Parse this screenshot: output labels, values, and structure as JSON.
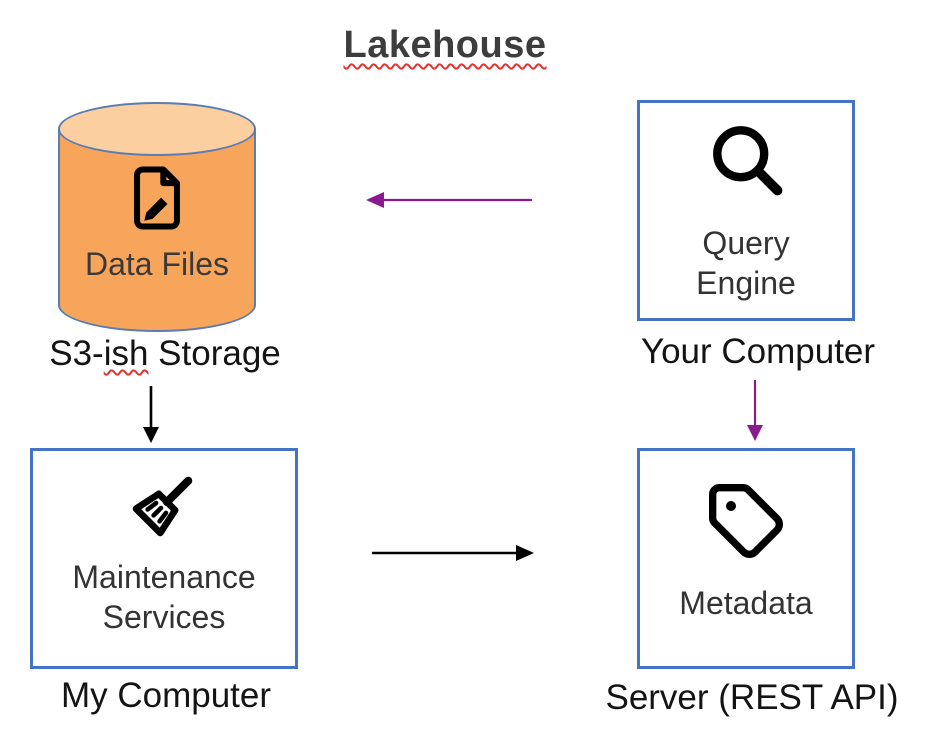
{
  "title": "Lakehouse",
  "nodes": {
    "storage": {
      "label": "Data Files",
      "caption_prefix": "S3-",
      "caption_misspelled": "ish",
      "caption_suffix": " Storage",
      "icon": "file-edit-icon",
      "shape": "cylinder"
    },
    "query_engine": {
      "label_line1": "Query",
      "label_line2": "Engine",
      "caption": "Your Computer",
      "icon": "magnifier-icon",
      "shape": "box"
    },
    "maintenance": {
      "label_line1": "Maintenance",
      "label_line2": "Services",
      "caption": "My Computer",
      "icon": "broom-icon",
      "shape": "box"
    },
    "metadata": {
      "label": "Metadata",
      "caption": "Server (REST API)",
      "icon": "tag-icon",
      "shape": "box"
    }
  },
  "arrows": [
    {
      "from": "query-engine",
      "to": "data-files",
      "color": "purple",
      "direction": "left"
    },
    {
      "from": "s3-ish-storage",
      "to": "maintenance-services",
      "color": "black",
      "direction": "down"
    },
    {
      "from": "your-computer",
      "to": "metadata",
      "color": "purple",
      "direction": "down"
    },
    {
      "from": "maintenance-services",
      "to": "metadata",
      "color": "black",
      "direction": "right"
    }
  ],
  "colors": {
    "box_border": "#4472c4",
    "cylinder_body": "#f8a55c",
    "cylinder_top": "#fbcf9f",
    "cylinder_outline": "#5b7db1",
    "arrow_purple": "#8a1a8e",
    "arrow_black": "#000000",
    "spellcheck_underline": "#e3342f",
    "title_color": "#3d3d3d"
  }
}
